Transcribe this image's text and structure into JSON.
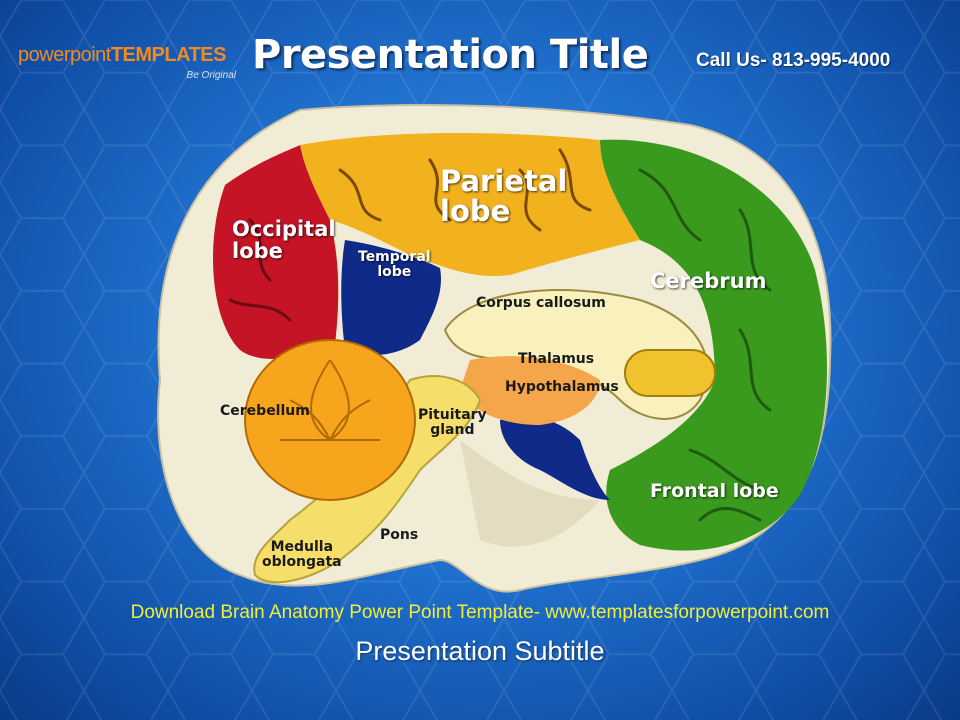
{
  "header": {
    "logo_part1": "powerpoint",
    "logo_part2": "TEMPLATES",
    "logo_tagline": "Be Original",
    "title": "Presentation Title",
    "call": "Call Us- 813-995-4000"
  },
  "diagram": {
    "labels": {
      "occipital": "Occipital",
      "occipital_2": "lobe",
      "parietal": "Parietal",
      "parietal_2": "lobe",
      "temporal": "Temporal",
      "temporal_2": "lobe",
      "cerebrum": "Cerebrum",
      "corpus": "Corpus callosum",
      "thalamus": "Thalamus",
      "hypothalamus": "Hypothalamus",
      "cerebellum": "Cerebellum",
      "pituitary": "Pituitary",
      "pituitary_2": "gland",
      "pons": "Pons",
      "medulla": "Medulla",
      "medulla_2": "oblongata",
      "frontal": "Frontal lobe"
    },
    "colors": {
      "occipital": "#c41426",
      "parietal": "#f2b21e",
      "frontal": "#3a9a1e",
      "temporal": "#102a8a",
      "cerebellum": "#f7a51c",
      "brainstem": "#f5df6a",
      "base": "#f1ecd6"
    }
  },
  "footer": {
    "download": "Download Brain Anatomy Power Point Template- www.templatesforpowerpoint.com",
    "subtitle": "Presentation Subtitle"
  }
}
